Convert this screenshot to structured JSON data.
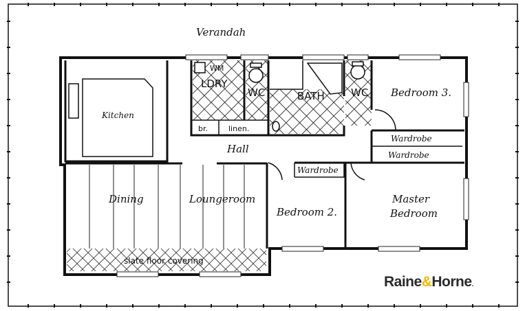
{
  "rooms": {
    "verandah": "Verandah",
    "kitchen": "Kitchen",
    "dining": "Dining",
    "loungeroom": "Loungeroom",
    "hall": "Hall",
    "laundry": "LDRY",
    "laundry_wm": "WM",
    "wc1": "WC",
    "wc2": "WC",
    "bath": "BATH",
    "broom": "br.",
    "linen": "linen.",
    "bedroom3": "Bedroom 3.",
    "wardrobe_b3": "Wardrobe",
    "wardrobe_master": "Wardrobe",
    "wardrobe_b2": "Wardrobe",
    "bedroom2": "Bedroom 2.",
    "master_line1": "Master",
    "master_line2": "Bedroom",
    "slate": "slate floor covering"
  },
  "logo": {
    "part1": "Raine",
    "amp": "&",
    "part2": "Horne",
    "dot": ".",
    "dark_color": "#2b2b2b",
    "accent_color": "#f2b705"
  }
}
